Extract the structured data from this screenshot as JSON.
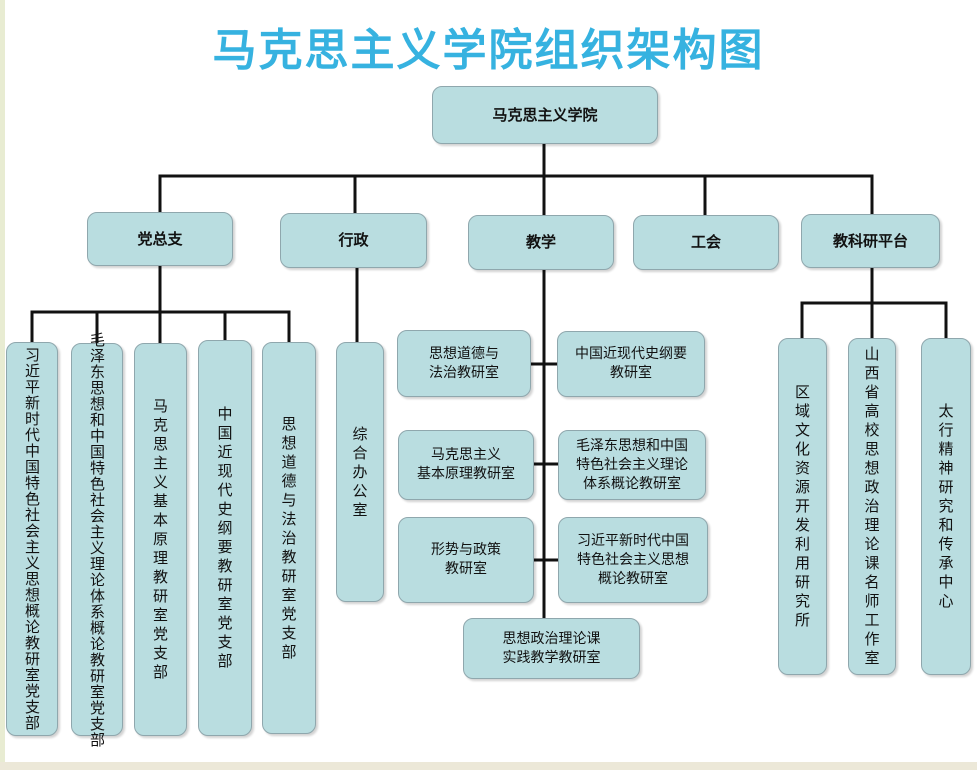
{
  "title": "马克思主义学院组织架构图",
  "root": "马克思主义学院",
  "level1": {
    "party": "党总支",
    "admin": "行政",
    "teaching": "教学",
    "union": "工会",
    "research": "教科研平台"
  },
  "party_branches": [
    "习近平新时代中国特色社会主义思想概论教研室党支部",
    "毛泽东思想和中国特色社会主义理论体系概论教研室党支部",
    "马克思主义基本原理教研室党支部",
    "中国近现代史纲要教研室党支部",
    "思想道德与法治教研室党支部"
  ],
  "admin_units": [
    "综合办公室"
  ],
  "teaching_left": [
    "思想道德与\n法治教研室",
    "马克思主义\n基本原理教研室",
    "形势与政策\n教研室"
  ],
  "teaching_right": [
    "中国近现代史纲要\n教研室",
    "毛泽东思想和中国\n特色社会主义理论\n体系概论教研室",
    "习近平新时代中国\n特色社会主义思想\n概论教研室"
  ],
  "teaching_bottom": "思想政治理论课\n实践教学教研室",
  "research_units": [
    "区域文化资源开发利用研究所",
    "山西省高校思想政治理论课名师工作室",
    "太行精神研究和传承中心"
  ]
}
